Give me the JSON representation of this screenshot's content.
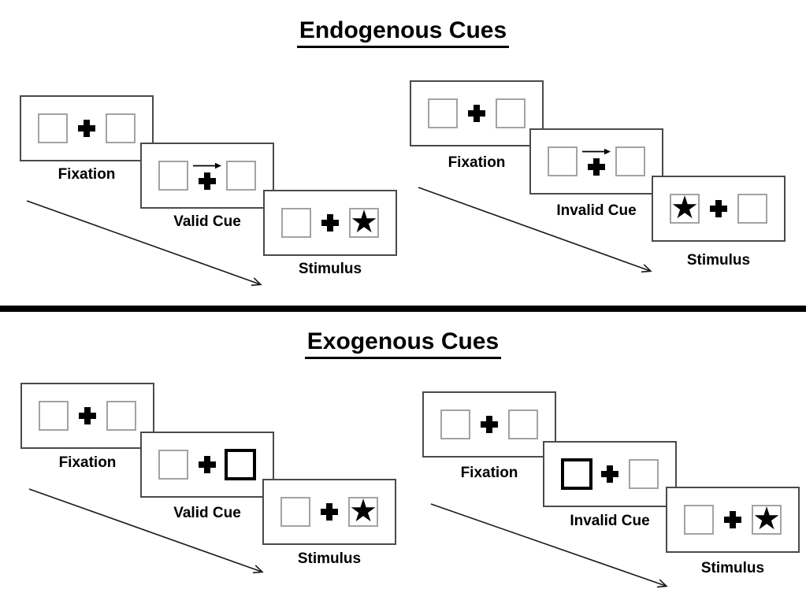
{
  "icons": {
    "star_char": "★",
    "fixation_cross": "bold-plus-cross",
    "cue_arrow": "thin-right-arrow",
    "timeline_arrow": "diagonal-down-right-arrow"
  },
  "colors": {
    "background": "#ffffff",
    "panel_border": "#4a4a4a",
    "box_border": "#a3a3a3",
    "highlight_border": "#000000",
    "divider": "#000000",
    "text": "#000000"
  },
  "sections": [
    {
      "title": "Endogenous Cues",
      "sequences": [
        {
          "name": "valid-trial",
          "panels": [
            {
              "label": "Fixation",
              "boxes": "two-empty",
              "center": "cross"
            },
            {
              "label": "Valid Cue",
              "center": "cross-with-arrow",
              "cue_arrow_direction": "right"
            },
            {
              "label": "Stimulus",
              "star_position": "right"
            }
          ]
        },
        {
          "name": "invalid-trial",
          "panels": [
            {
              "label": "Fixation",
              "boxes": "two-empty",
              "center": "cross"
            },
            {
              "label": "Invalid Cue",
              "center": "cross-with-arrow",
              "cue_arrow_direction": "right"
            },
            {
              "label": "Stimulus",
              "star_position": "left"
            }
          ]
        }
      ]
    },
    {
      "title": "Exogenous Cues",
      "sequences": [
        {
          "name": "valid-trial",
          "panels": [
            {
              "label": "Fixation",
              "boxes": "two-empty",
              "center": "cross"
            },
            {
              "label": "Valid Cue",
              "center": "cross",
              "highlighted_box": "right"
            },
            {
              "label": "Stimulus",
              "star_position": "right"
            }
          ]
        },
        {
          "name": "invalid-trial",
          "panels": [
            {
              "label": "Fixation",
              "boxes": "two-empty",
              "center": "cross"
            },
            {
              "label": "Invalid Cue",
              "center": "cross",
              "highlighted_box": "left"
            },
            {
              "label": "Stimulus",
              "star_position": "right"
            }
          ]
        }
      ]
    }
  ]
}
